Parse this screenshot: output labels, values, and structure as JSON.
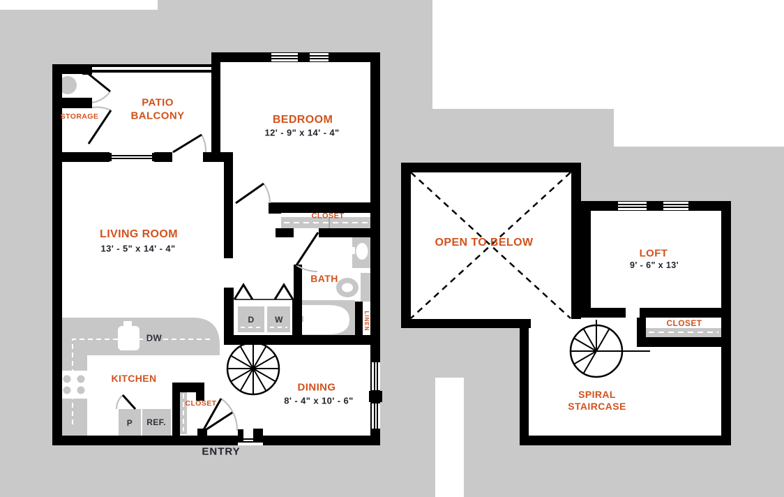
{
  "colors": {
    "background": "#c9c9c9",
    "wall": "#000000",
    "room_fill": "#ffffff",
    "fixture_gray": "#c7c7c7",
    "accent_orange": "#d2521d",
    "dimension_text": "#23232c",
    "door_arc": "#bdbdbd"
  },
  "main_floor": {
    "patio": {
      "line1": "PATIO",
      "line2": "BALCONY"
    },
    "storage": {
      "label": "STORAGE"
    },
    "bedroom": {
      "label": "BEDROOM",
      "dims": "12' - 9\" x 14' - 4\""
    },
    "bedroom_closet": {
      "label": "CLOSET"
    },
    "living": {
      "label": "LIVING ROOM",
      "dims": "13' - 5\" x 14' - 4\""
    },
    "kitchen": {
      "label": "KITCHEN",
      "dishwasher": "DW",
      "pantry": "P",
      "refrigerator": "REF."
    },
    "laundry": {
      "dryer": "D",
      "washer": "W"
    },
    "bath": {
      "label": "BATH",
      "linen": "LINEN"
    },
    "dining": {
      "label": "DINING",
      "dims": "8' - 4\" x 10' - 6\""
    },
    "entry_closet": {
      "label": "CLOSET"
    },
    "entry": {
      "label": "ENTRY"
    }
  },
  "upper_floor": {
    "open_to_below": {
      "label": "OPEN TO BELOW"
    },
    "loft": {
      "label": "LOFT",
      "dims": "9' - 6\" x 13'"
    },
    "closet": {
      "label": "CLOSET"
    },
    "spiral": {
      "line1": "SPIRAL",
      "line2": "STAIRCASE"
    }
  }
}
